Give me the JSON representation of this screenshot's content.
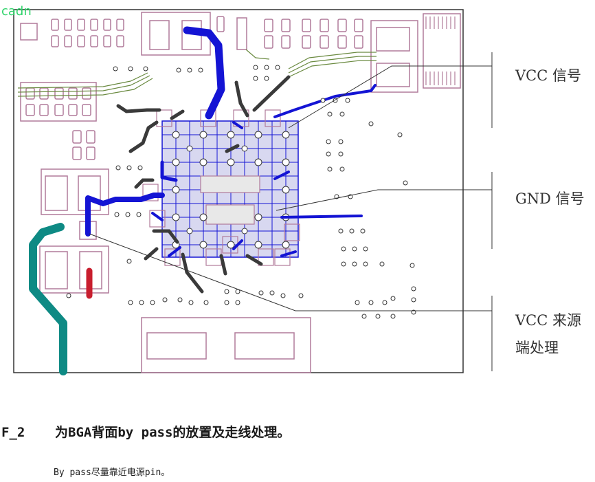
{
  "watermark": "cadn",
  "callouts": {
    "vcc_signal": "VCC 信号",
    "gnd_signal": "GND 信号",
    "vcc_source_line1": "VCC 来源",
    "vcc_source_line2": "端处理"
  },
  "caption": {
    "figure_id": "F_2",
    "title": "为BGA背面by pass的放置及走线处理。",
    "note": "By pass尽量靠近电源pin。"
  },
  "colors": {
    "board_outline": "#333333",
    "pad_pink": "#b07a9a",
    "vcc_trace": "#1414d4",
    "gnd_trace": "#3a3a3a",
    "source_trace": "#0e8a84",
    "red_trace": "#c81e2e",
    "silk_green": "#6a8a40"
  }
}
